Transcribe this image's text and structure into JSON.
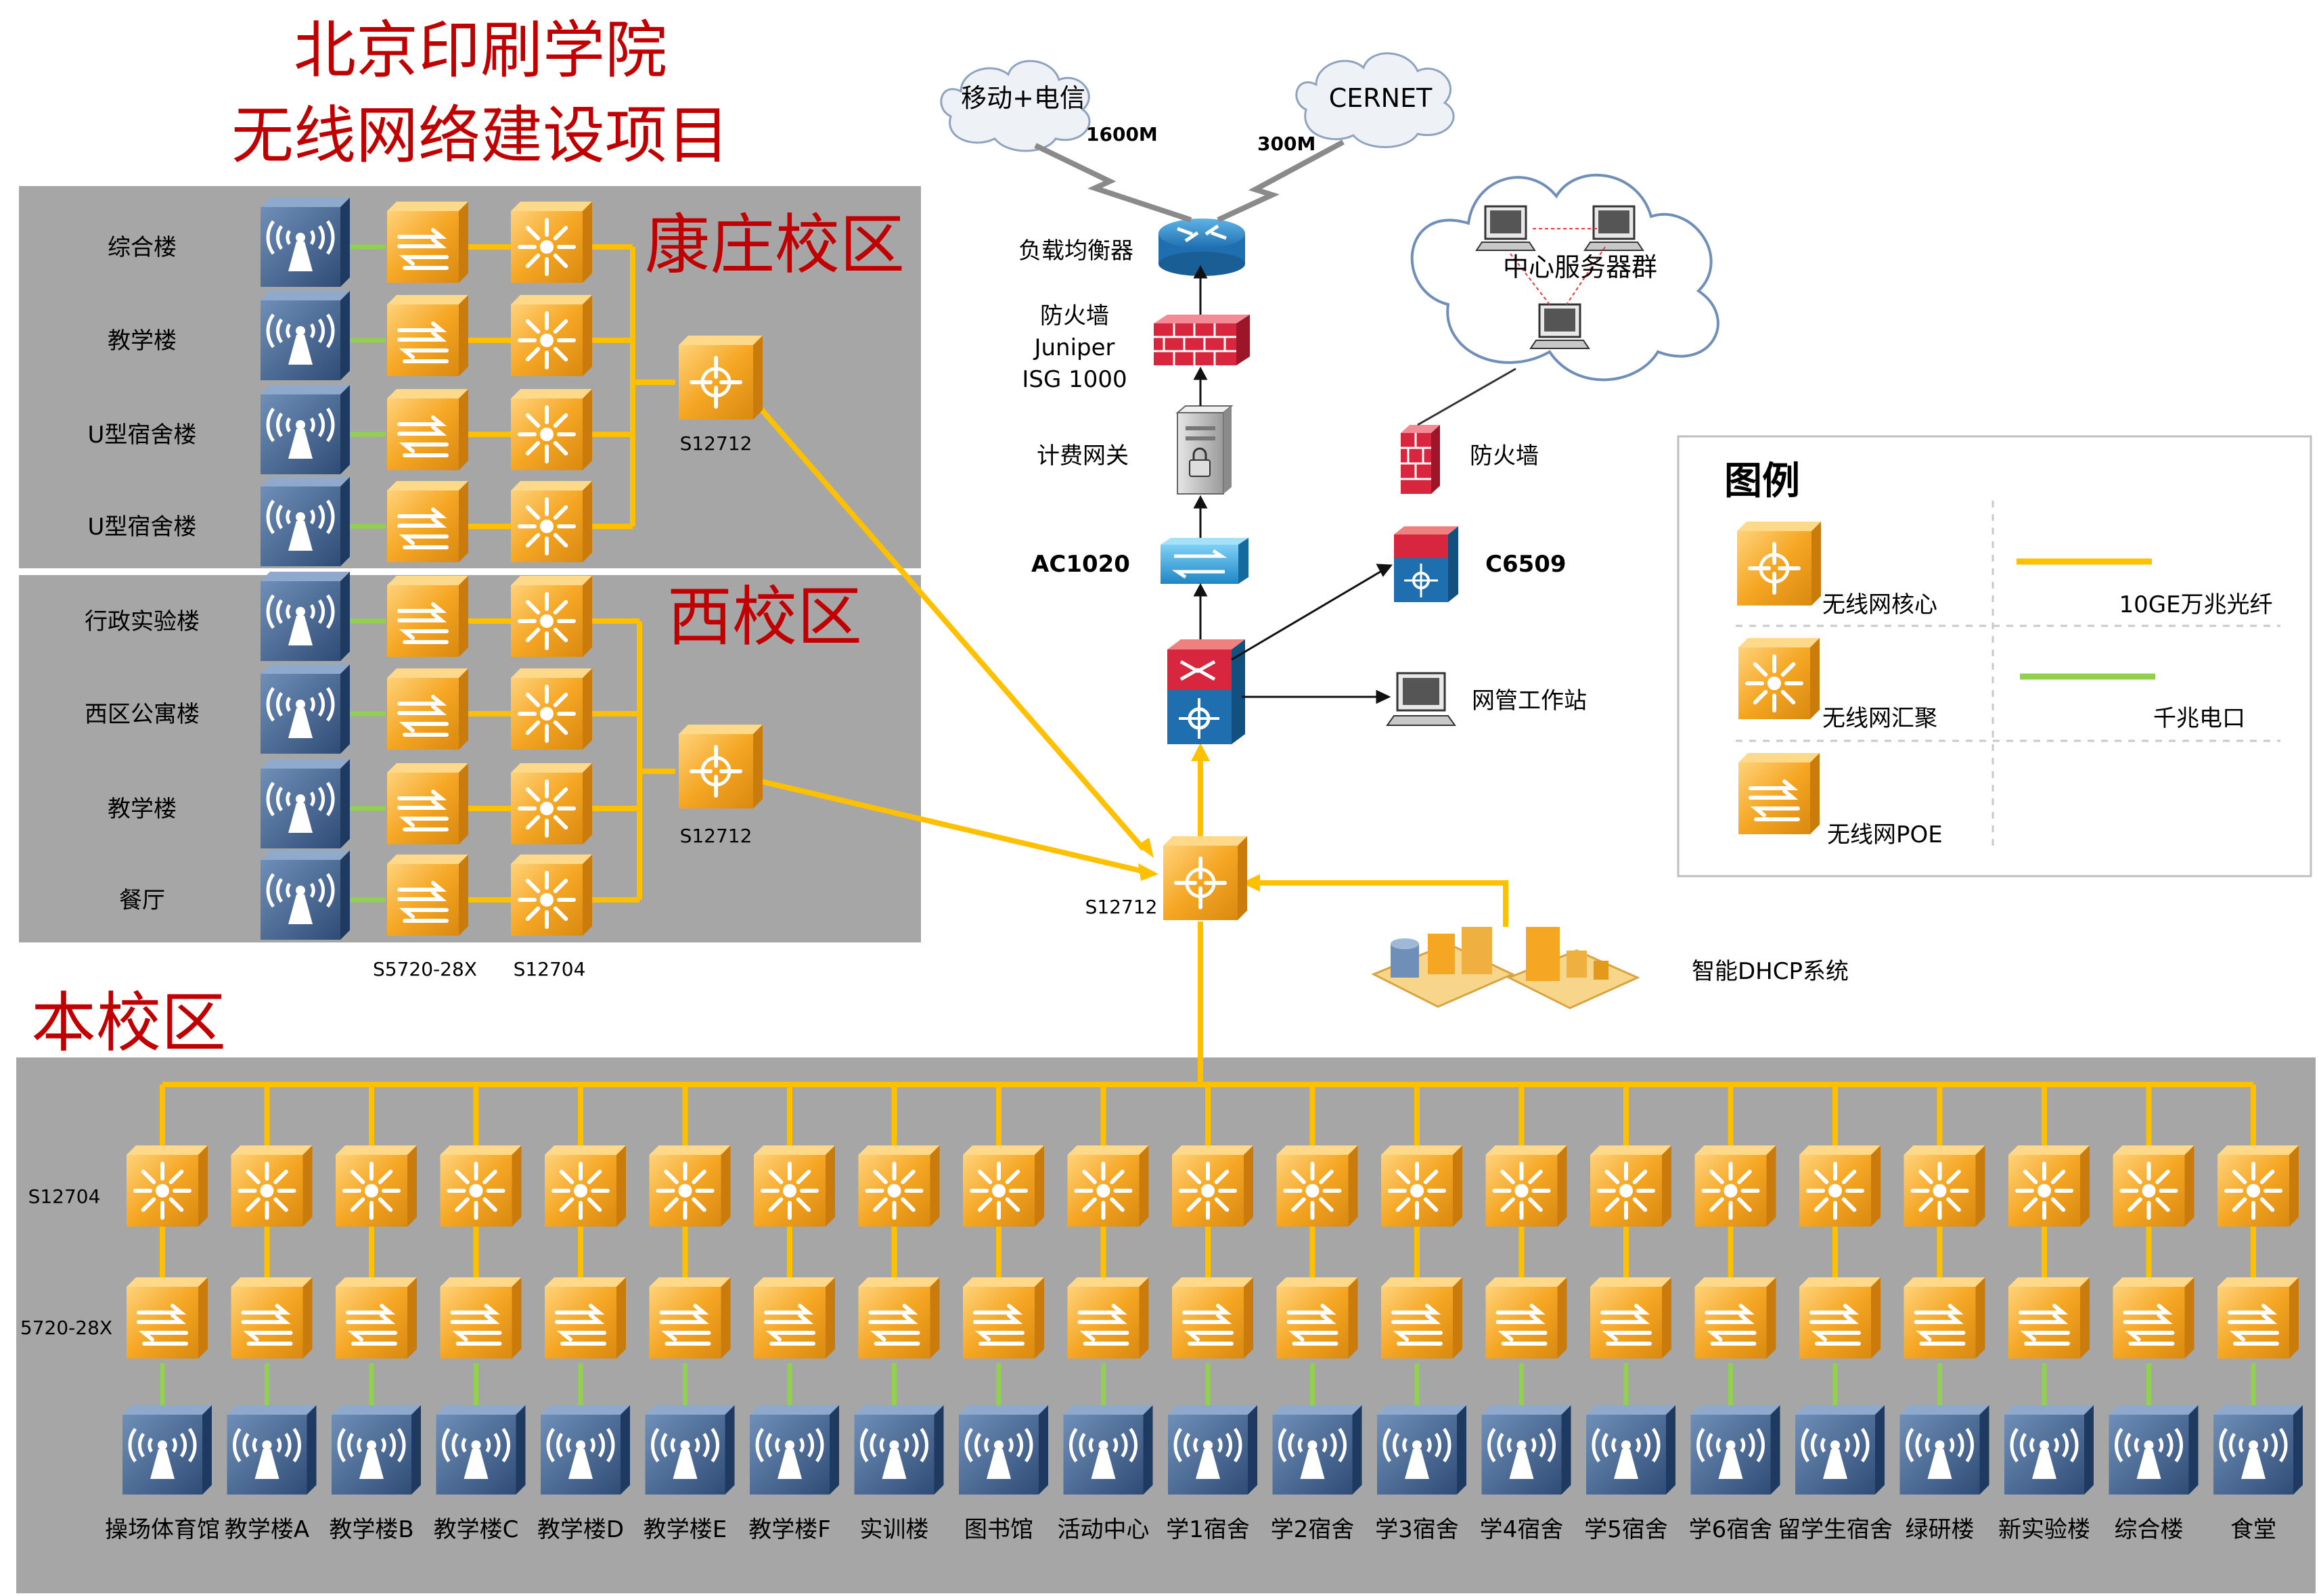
{
  "title": {
    "line1": "北京印刷学院",
    "line2": "无线网络建设项目"
  },
  "campuses": {
    "kangzhuang": {
      "name": "康庄校区",
      "buildings": [
        "综合楼",
        "教学楼",
        "U型宿舍楼",
        "U型宿舍楼"
      ],
      "core_label": "S12712"
    },
    "west": {
      "name": "西校区",
      "buildings": [
        "行政实验楼",
        "西区公寓楼",
        "教学楼",
        "餐厅"
      ],
      "core_label": "S12712",
      "poe_model": "S5720-28X",
      "agg_model": "S12704"
    },
    "main": {
      "name": "本校区",
      "agg_row_label": "S12704",
      "poe_row_label": "5720-28X",
      "buildings": [
        "操场体育馆",
        "教学楼A",
        "教学楼B",
        "教学楼C",
        "教学楼D",
        "教学楼E",
        "教学楼F",
        "实训楼",
        "图书馆",
        "活动中心",
        "学1宿舍",
        "学2宿舍",
        "学3宿舍",
        "学4宿舍",
        "学5宿舍",
        "学6宿舍",
        "留学生宿舍",
        "绿研楼",
        "新实验楼",
        "综合楼",
        "食堂"
      ]
    }
  },
  "core": {
    "main_core_label": "S12712",
    "dhcp_label": "智能DHCP系统",
    "ac_label": "AC1020",
    "billing_label": "计费网关",
    "firewall_label_1": "防火墙",
    "firewall_label_2": "Juniper",
    "firewall_label_3": "ISG 1000",
    "lb_label": "负载均衡器",
    "c6509_label": "C6509",
    "fw2_label": "防火墙",
    "nms_label": "网管工作站",
    "server_cloud_label": "中心服务器群",
    "isp1_label": "移动+电信",
    "isp1_bw": "1600M",
    "isp2_label": "CERNET",
    "isp2_bw": "300M"
  },
  "legend": {
    "title": "图例",
    "core": "无线网核心",
    "agg": "无线网汇聚",
    "poe": "无线网POE",
    "fiber": "10GE万兆光纤",
    "copper": "千兆电口"
  },
  "colors": {
    "fiber": "#ffc000",
    "copper": "#92d050",
    "campus_bg": "#a6a6a6",
    "title_red": "#c00000",
    "device_orange": "#f5a623",
    "ap_blue": "#3a5a86"
  }
}
